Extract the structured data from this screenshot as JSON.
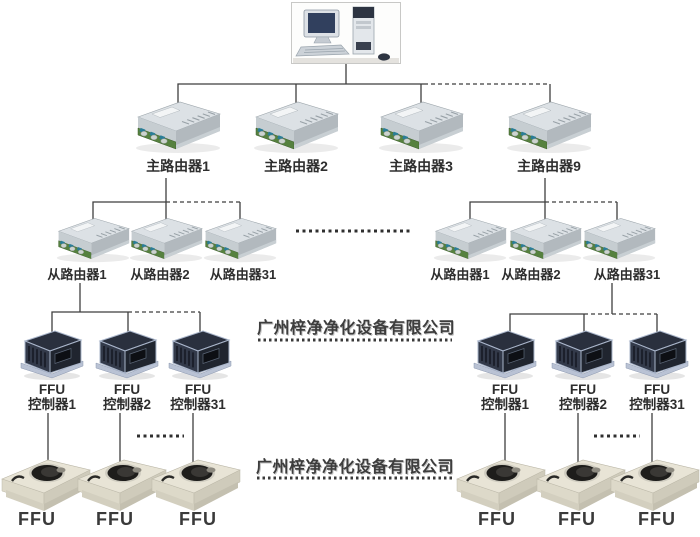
{
  "diagram": {
    "watermark": "广州梓净净化设备有限公司",
    "main_routers": [
      "主路由器1",
      "主路由器2",
      "主路由器3",
      "主路由器9"
    ],
    "left_slave_routers": [
      "从路由器1",
      "从路由器2",
      "从路由器31"
    ],
    "right_slave_routers": [
      "从路由器1",
      "从路由器2",
      "从路由器31"
    ],
    "left_ffu_controllers": [
      {
        "line1": "FFU",
        "line2": "控制器1"
      },
      {
        "line1": "FFU",
        "line2": "控制器2"
      },
      {
        "line1": "FFU",
        "line2": "控制器31"
      }
    ],
    "right_ffu_controllers": [
      {
        "line1": "FFU",
        "line2": "控制器1"
      },
      {
        "line1": "FFU",
        "line2": "控制器2"
      },
      {
        "line1": "FFU",
        "line2": "控制器31"
      }
    ],
    "left_ffus": [
      "FFU",
      "FFU",
      "FFU"
    ],
    "right_ffus": [
      "FFU",
      "FFU",
      "FFU"
    ],
    "icons": {
      "host": "desktop-computer-icon",
      "router": "router-device-icon",
      "controller": "ffu-controller-device-icon",
      "ffu": "fan-filter-unit-icon"
    },
    "colors": {
      "line": "#3f3f3f",
      "label": "#2e2e2e",
      "watermark": "#3d3d3d",
      "router_metal": "#dce1e5",
      "pcb_green": "#56813f",
      "controller_body": "#2a303e",
      "ffu_beige": "#e8e4d6"
    }
  }
}
